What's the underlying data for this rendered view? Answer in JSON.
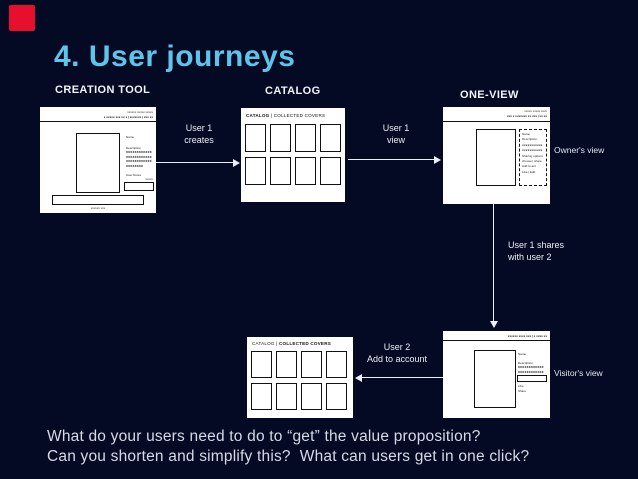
{
  "slide": {
    "title": "4. User journeys",
    "background_color": "#040a24",
    "accent_color": "#5ec4e9",
    "marker_color": "#e60f2e",
    "footer_line1": "What do your users need to do to “get” the value proposition?",
    "footer_line2": "Can you shorten and simplify this?  What can users get in one click?"
  },
  "columns": {
    "creation_tool": "CREATION TOOL",
    "catalog": "CATALOG",
    "one_view": "ONE-VIEW"
  },
  "arrows": {
    "creates": {
      "line1": "User 1",
      "line2": "creates"
    },
    "view": {
      "line1": "User 1",
      "line2": "view"
    },
    "shares": {
      "line1": "User 1 shares",
      "line2": "with user 2"
    },
    "add": {
      "line1": "User 2",
      "line2": "Add to account"
    }
  },
  "view_labels": {
    "owner": "Owner's view",
    "visitor": "Visitor's view"
  },
  "wireframes": {
    "creation_tool": {
      "header_line1": "xxxxxx xxxxx xxxxx",
      "header_line2": "x xxxxx xxx xx x | xxxxxxx | xxx xx",
      "field_name": "Name",
      "field_description": "Description",
      "desc_filler1": "xxxxxxxxxxxx",
      "desc_filler2": "xxxxxxxxxxxx",
      "desc_filler3": "xxxxxxxxxxxx",
      "desc_filler4": "xxxxxxxx",
      "field_notes": "User Notes",
      "button_hint": "xxxxx",
      "bottom_bar": "xxxxxx xxx"
    },
    "catalog_top": {
      "header_strong": "CATALOG",
      "header_rest": " | COLLECTED COVERS"
    },
    "one_view": {
      "header_line1": "xxxxx xxxxx xxxx",
      "header_line2": "xxx x xxxxxxx xx xxx  |  xx xx",
      "panel_line1": "Name",
      "panel_line2": "",
      "panel_line3": "Description:",
      "panel_line4": "xxxxxxxxxxx",
      "panel_line5": "xxxxxxxxxxx",
      "panel_line6": "",
      "panel_line7": "Sharing options",
      "panel_line8": "choose | share",
      "panel_line9": "Add to acc",
      "panel_line10": "Like | Edit"
    },
    "catalog_bottom": {
      "header_prefix": "CATALOG | ",
      "header_strong": "COLLECTED COVERS"
    },
    "visitor_view": {
      "header_line": "xxxxxx xxxx xxx  |  x xxxx xx",
      "field_name": "Name",
      "desc_line1": "Description:",
      "desc_line2": "xxxxxxxxxxxx",
      "desc_line3": "xxxxxxxxxxxx",
      "extra_line1": "Like",
      "extra_line2": "Share"
    }
  }
}
